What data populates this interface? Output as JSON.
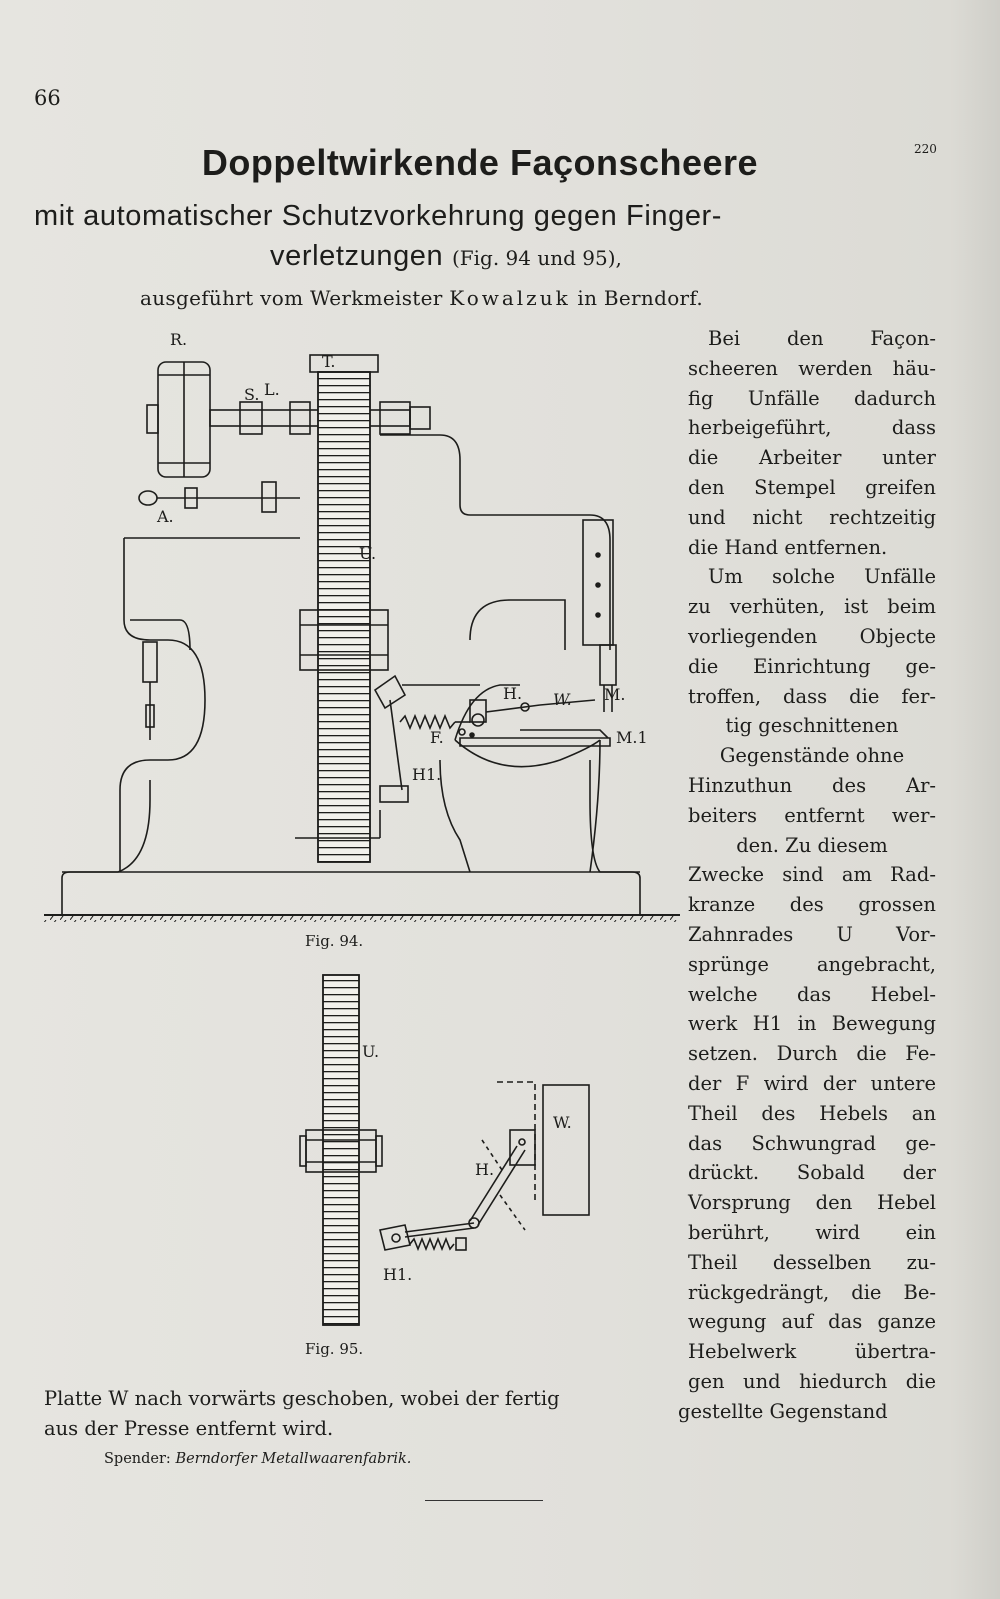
{
  "page": {
    "number": "66",
    "corner_number": "220",
    "title": "Doppeltwirkende Façonscheere",
    "subtitle_line1": "mit automatischer Schutzvorkehrung gegen Finger-",
    "subtitle_line2": "verletzungen",
    "subtitle_ref": "(Fig. 94 und 95),",
    "byline_pre": "ausgeführt vom Werkmeister",
    "byline_name": "Kowalzuk",
    "byline_post": "in Berndorf."
  },
  "column_lines": [
    "Bei den Façon-",
    "scheeren werden häu-",
    "fig Unfälle dadurch",
    "herbeigeführt, dass",
    "die Arbeiter unter",
    "den Stempel greifen",
    "und nicht rechtzeitig",
    "die Hand entfernen.",
    "Um solche Unfälle",
    "zu verhüten, ist beim",
    "vorliegenden Objecte",
    "die Einrichtung ge-",
    "troffen, dass die fer-",
    "tig geschnittenen",
    "Gegenstände ohne",
    "Hinzuthun des Ar-",
    "beiters entfernt wer-",
    "den. Zu diesem",
    "Zwecke sind am Rad-",
    "kranze des grossen",
    "Zahnrades U Vor-",
    "sprünge angebracht,",
    "welche das Hebel-",
    "werk H1 in Bewegung",
    "setzen. Durch die Fe-",
    "der F wird der untere",
    "Theil des Hebels an",
    "das Schwungrad ge-",
    "drückt. Sobald der",
    "Vorsprung den Hebel",
    "berührt, wird ein",
    "Theil desselben zu-",
    "rückgedrängt, die Be-",
    "wegung auf das ganze",
    "Hebelwerk übertra-",
    "gen und hiedurch die",
    "gestellte Gegenstand"
  ],
  "bottom_lines": [
    "Platte W nach vorwärts geschoben, wobei der fertig",
    "aus der Presse entfernt wird."
  ],
  "donor_label": "Spender:",
  "donor_name": "Berndorfer Metallwaarenfabrik.",
  "figures": {
    "fig94_caption": "Fig. 94.",
    "fig95_caption": "Fig. 95.",
    "fig94_labels": [
      "R.",
      "T.",
      "S.",
      "L.",
      "A.",
      "U.",
      "H.",
      "W.",
      "M.",
      "M.1",
      "F.",
      "H1."
    ],
    "fig95_labels": [
      "U.",
      "W.",
      "H.",
      "H1."
    ]
  }
}
